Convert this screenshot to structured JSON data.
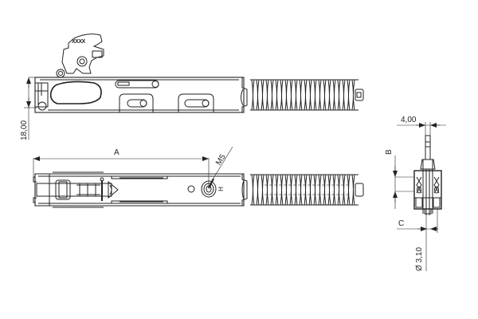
{
  "drawing": {
    "type": "technical-drawing",
    "subject": "oven door hinge with coil spring",
    "colors": {
      "line": "#222222",
      "background": "#ffffff"
    }
  },
  "views": {
    "side_view": {
      "marking": "XXXX",
      "dimension_height": "18,00"
    },
    "top_view": {
      "dimension_length_label": "A",
      "thread_label": "M5",
      "hole_label": "H"
    },
    "end_view": {
      "dimension_width": "4,00",
      "dimension_label_b": "B",
      "dimension_label_c": "C",
      "dimension_diameter": "Ø 3,10"
    }
  }
}
